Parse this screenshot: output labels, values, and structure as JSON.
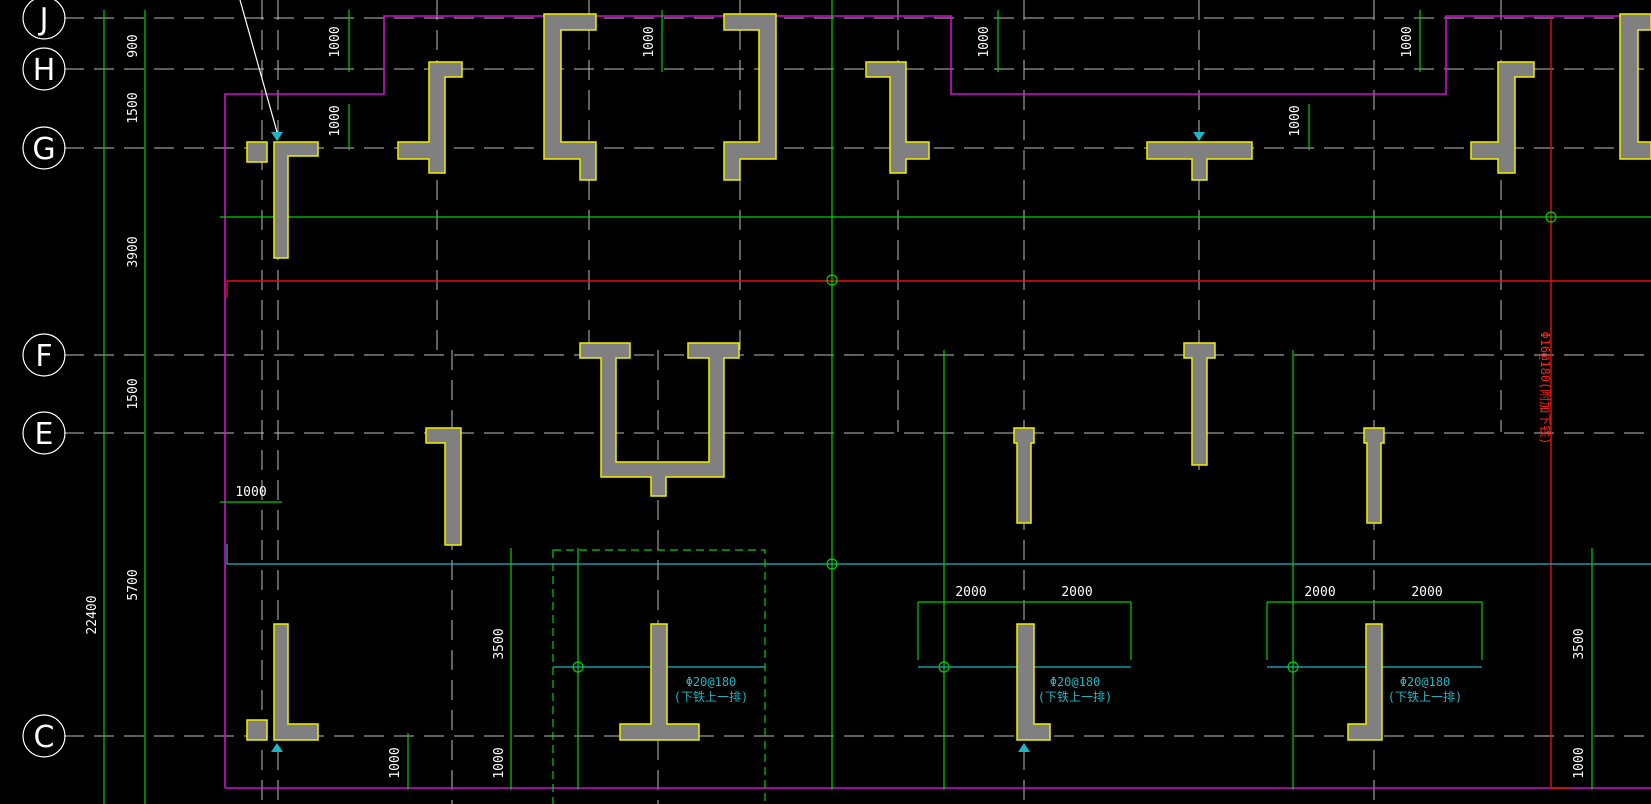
{
  "axes": {
    "labels": [
      "J",
      "H",
      "G",
      "F",
      "E",
      "C"
    ]
  },
  "left_dimensions": {
    "segments": [
      "900",
      "1500",
      "3900",
      "1500",
      "5700"
    ],
    "total": "22400"
  },
  "top_dimensions": {
    "col1_upper": "1000",
    "col1_lower": "1000",
    "col3": "1000",
    "col6": "1000",
    "col9": "1000",
    "col10": "1000",
    "left_offset": "1000"
  },
  "bottom_dimensions": {
    "a_3500": "3500",
    "a_1000": "1000",
    "b_1000": "1000",
    "c_2000_left": "2000",
    "c_2000_right": "2000",
    "d_2000_left": "2000",
    "d_2000_right": "2000",
    "e_3500": "3500",
    "e_1000": "1000"
  },
  "rebar_notes": {
    "note1_line1": "Φ20@180",
    "note1_line2": "(下铁上一排)",
    "note2_line1": "Φ20@180",
    "note2_line2": "(下铁上一排)",
    "note3_line1": "Φ20@180",
    "note3_line2": "(下铁上一排)"
  },
  "red_note": "Φ16@180(附加下铁)",
  "colors": {
    "background": "#000000",
    "wall_fill": "#808080",
    "wall_outline": "#f0f000",
    "green": "#00d000",
    "magenta": "#d010d0",
    "red": "#e01010",
    "cyan": "#1fb5c4"
  }
}
